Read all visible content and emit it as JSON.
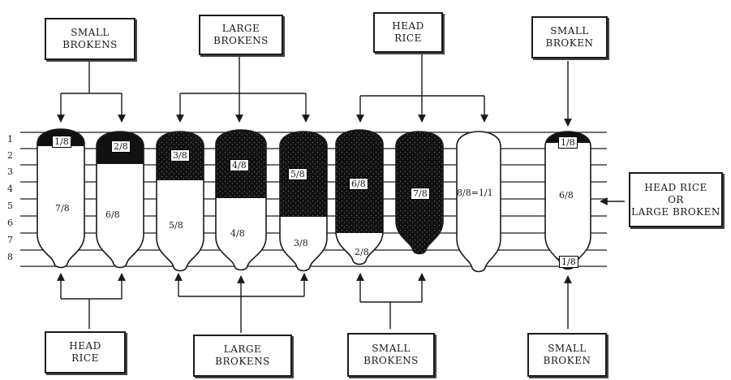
{
  "top_labels": [
    [
      "SMALL",
      "BROKENS"
    ],
    [
      "LARGE",
      "BROKENS"
    ],
    [
      "HEAD",
      "RICE"
    ],
    [
      "SMALL",
      "BROKEN"
    ]
  ],
  "bottom_labels": [
    [
      "HEAD",
      "RICE"
    ],
    [
      "LARGE",
      "BROKENS"
    ],
    [
      "SMALL",
      "BROKENS"
    ],
    [
      "SMALL",
      "BROKEN"
    ]
  ],
  "side_label": [
    "HEAD RICE",
    "OR",
    "LARGE BROKEN"
  ],
  "row_numbers": [
    "1",
    "2",
    "3",
    "4",
    "5",
    "6",
    "7",
    "8"
  ],
  "grains": [
    {
      "dark_label": "1/8",
      "light_label": "7/8"
    },
    {
      "dark_label": "2/8",
      "light_label": "6/8"
    },
    {
      "dark_label": "3/8",
      "light_label": "5/8"
    },
    {
      "dark_label": "4/8",
      "light_label": "4/8"
    },
    {
      "dark_label": "5/8",
      "light_label": "3/8"
    },
    {
      "dark_label": "6/8",
      "light_label": "2/8"
    },
    {
      "dark_label": "7/8",
      "light_label": ""
    },
    {
      "dark_label": "",
      "light_label": "8/8=1/1"
    },
    {
      "dark_label": "1/8",
      "light_label": "6/8",
      "bottom_label": "1/8"
    }
  ],
  "colors": {
    "ink": "#1a1a1a",
    "dark_fill": "#111111",
    "paper": "#ffffff"
  }
}
